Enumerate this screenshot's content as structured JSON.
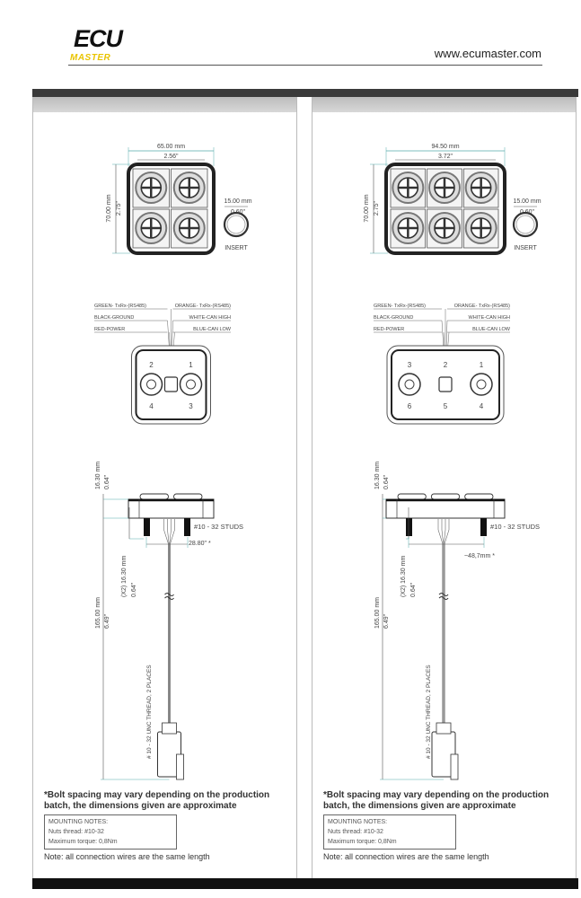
{
  "header": {
    "brand_top": "ECU",
    "brand_bottom": "MASTER",
    "url": "www.ecumaster.com"
  },
  "panels": [
    {
      "columns": 2,
      "width_mm": "65.00 mm",
      "width_in": "2.56\"",
      "height_mm": "70.00 mm",
      "height_in": "2.75\"",
      "insert_mm": "15.00 mm",
      "insert_in": "0.60\"",
      "insert_label": "INSERT",
      "wires": {
        "green": "GREEN- TxRx-(RS485)",
        "orange": "ORANGE- TxRx-(RS485)",
        "black": "BLACK-GROUND",
        "white": "WHITE-CAN HIGH",
        "red": "RED-POWER",
        "blue": "BLUE-CAN LOW"
      },
      "pins_top": [
        "2",
        "1"
      ],
      "pins_bottom": [
        "4",
        "3"
      ],
      "depth_mm": "16.30 mm",
      "depth_in": "0.64\"",
      "length_mm": "165.00 mm",
      "length_in": "6.49\"",
      "stud_mm": "(X2) 16.30 mm",
      "stud_in": "0.64\"",
      "thread": "# 10 - 32 UNC THREAD, 2 PLACES",
      "studs": "#10 - 32 STUDS",
      "bolt_spacing": "28.80\" *",
      "disclaimer": "*Bolt spacing may vary depending on the production batch, the dimensions given are approximate",
      "mounting": [
        "MOUNTING NOTES:",
        "Nuts thread: #10-32",
        "Maximum torque: 0,8Nm"
      ],
      "note": "Note: all connection wires are the same length"
    },
    {
      "columns": 3,
      "width_mm": "94.50 mm",
      "width_in": "3.72\"",
      "height_mm": "70.00 mm",
      "height_in": "2.75\"",
      "insert_mm": "15.00 mm",
      "insert_in": "0.60\"",
      "insert_label": "INSERT",
      "wires": {
        "green": "GREEN- TxRx-(RS485)",
        "orange": "ORANGE- TxRx-(RS485)",
        "black": "BLACK-GROUND",
        "white": "WHITE-CAN HIGH",
        "red": "RED-POWER",
        "blue": "BLUE-CAN LOW"
      },
      "pins_top": [
        "3",
        "2",
        "1"
      ],
      "pins_bottom": [
        "6",
        "5",
        "4"
      ],
      "depth_mm": "16.30 mm",
      "depth_in": "0.64\"",
      "length_mm": "165.00 mm",
      "length_in": "6.49\"",
      "stud_mm": "(X2) 16.30 mm",
      "stud_in": "0.64\"",
      "thread": "# 10 - 32 UNC THREAD, 2 PLACES",
      "studs": "#10 - 32 STUDS",
      "bolt_spacing": "~48,7mm *",
      "disclaimer": "*Bolt spacing may vary depending on the production batch, the dimensions given are approximate",
      "mounting": [
        "MOUNTING NOTES:",
        "Nuts thread: #10-32",
        "Maximum torque: 0,8Nm"
      ],
      "note": "Note: all connection wires are the same length"
    }
  ]
}
